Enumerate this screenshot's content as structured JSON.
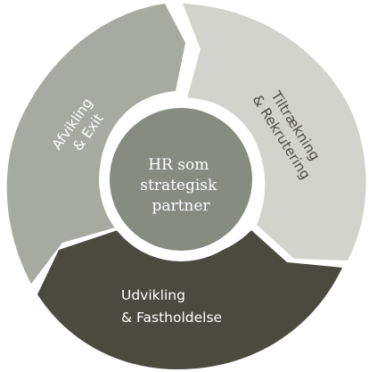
{
  "diagram": {
    "segments": [
      {
        "id": "afvikling",
        "lines": [
          "Afvikling",
          "& Exit"
        ],
        "color": "#a6aaa0",
        "text_color": "#ffffff"
      },
      {
        "id": "tiltraekning",
        "lines": [
          "Tiltrækning",
          "& Rekrutering"
        ],
        "color": "#d3d3cd",
        "text_color": "#4d4c44"
      },
      {
        "id": "udvikling",
        "lines": [
          "Udvikling",
          "& Fastholdelse"
        ],
        "color": "#4a4a3f",
        "text_color": "#ffffff"
      }
    ],
    "center": {
      "lines": [
        "HR som",
        "strategisk",
        "partner"
      ],
      "color": "#878c81",
      "ring_color": "#ffffff"
    }
  }
}
